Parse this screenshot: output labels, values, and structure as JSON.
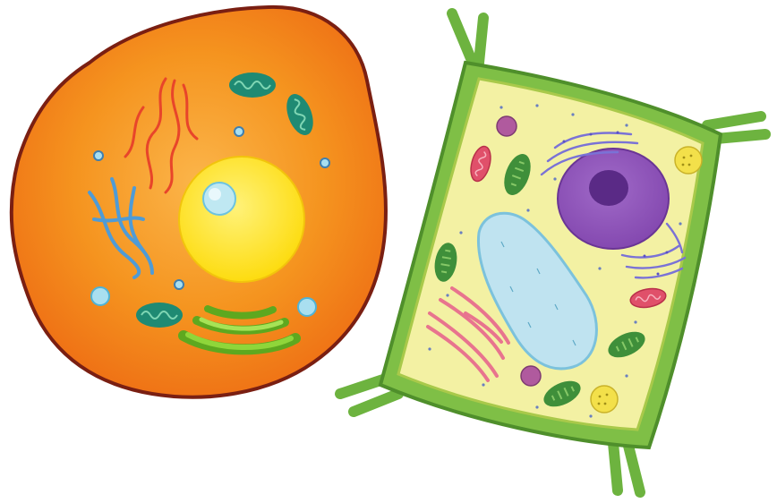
{
  "diagram": {
    "cells": [
      {
        "id": "animal-cell",
        "organelles": [
          "nucleus",
          "nucleolus",
          "endoplasmic-reticulum",
          "golgi-apparatus",
          "mitochondria",
          "lysosomes",
          "centrioles"
        ]
      },
      {
        "id": "plant-cell",
        "organelles": [
          "cell-wall",
          "cell-membrane",
          "nucleus",
          "nucleolus",
          "vacuole",
          "chloroplasts",
          "mitochondria",
          "endoplasmic-reticulum",
          "golgi-apparatus",
          "ribosomes"
        ]
      }
    ]
  },
  "colors": {
    "animal_membrane": "#7a1f12",
    "animal_cytoplasm": "#f07d1a",
    "animal_cytoplasm_light": "#f9a53c",
    "animal_nucleus": "#fde218",
    "nucleolus_blue": "#bfe8f2",
    "er_red": "#e8452a",
    "er_blue": "#4f9bd6",
    "golgi_green": "#7ccb2c",
    "mito_teal": "#1f8a73",
    "plant_wall": "#6db33f",
    "plant_wall_dark": "#4f8f2b",
    "plant_cytoplasm": "#f3f1a3",
    "plant_nucleus": "#8e52b8",
    "plant_nucleolus": "#5a2a86",
    "vacuole": "#bfe3f0",
    "chloroplast": "#3f8f3a",
    "plant_er": "#7a72d6",
    "plant_golgi": "#e8748e"
  }
}
